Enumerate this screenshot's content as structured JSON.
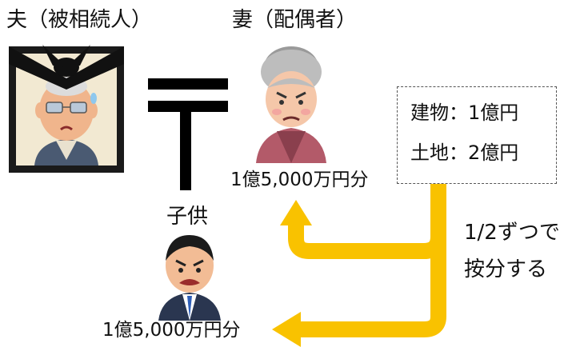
{
  "deceased": {
    "label": "夫（被相続人）"
  },
  "spouse": {
    "label": "妻（配偶者）",
    "share": "1億5,000万円分"
  },
  "child": {
    "label": "子供",
    "share": "1億5,000万円分"
  },
  "assets": {
    "building": "建物：1億円",
    "land": "土地：2億円"
  },
  "note": {
    "line1": "1/2ずつで",
    "line2": "按分する"
  },
  "colors": {
    "arrow": "#f9c200",
    "frame": "#1a1a1a",
    "line": "#000000"
  }
}
